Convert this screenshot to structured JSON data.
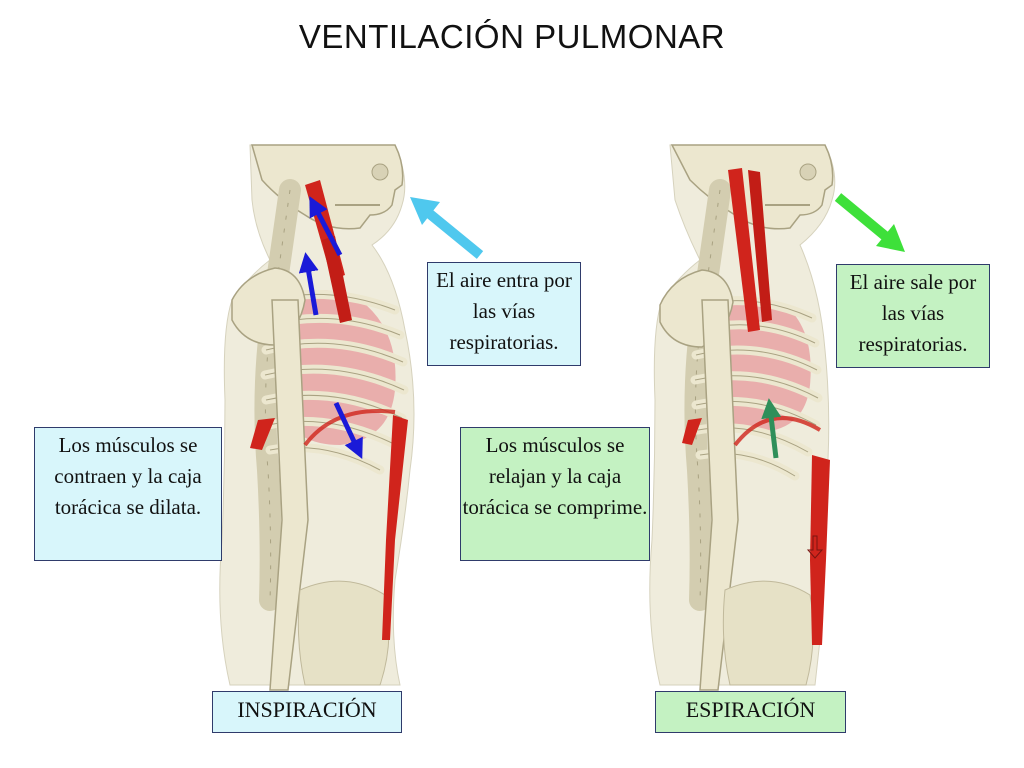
{
  "title": "VENTILACIÓN PULMONAR",
  "inspiration": {
    "label": "INSPIRACIÓN",
    "air_note": "El aire entra por las vías respiratorias.",
    "muscle_note": "Los músculos se contraen y la caja torácica se dilata.",
    "arrow_color": "#1a1ad8",
    "air_arrow_color": "#4fc8ee"
  },
  "expiration": {
    "label": "ESPIRACIÓN",
    "air_note": "El aire sale por las vías respiratorias.",
    "muscle_note": "Los músculos se relajan y la caja torácica se comprime.",
    "arrow_color": "#2f8f5a",
    "air_arrow_color": "#3ee03a"
  },
  "colors": {
    "bone": "#ece7cf",
    "bone_outline": "#a9a282",
    "muscle": "#d0241c",
    "lung": "#e7a3a3",
    "box_blue": "#d8f6fb",
    "box_green": "#c4f2c2"
  }
}
